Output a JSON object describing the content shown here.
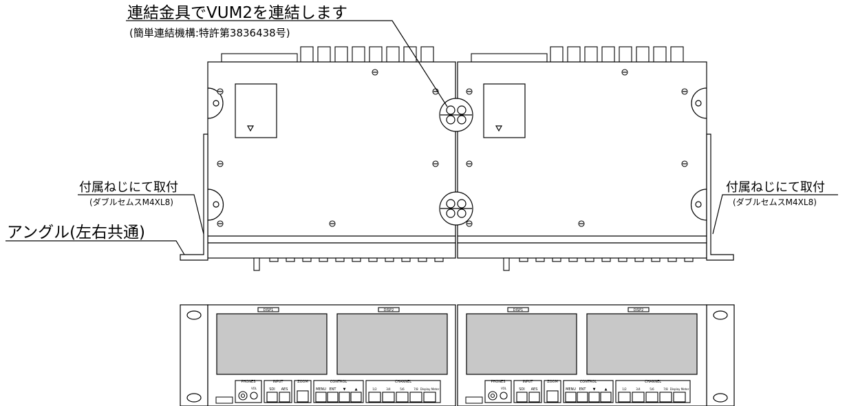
{
  "annotations": {
    "main_label": "連結金具でVUM2を連結します",
    "main_sub": "(簡単連結機構:特許第3836438号)",
    "left_screw_label": "付属ねじにて取付",
    "left_screw_sub": "(ダブルセムスM4XL8)",
    "right_screw_label": "付属ねじにて取付",
    "right_screw_sub": "(ダブルセムスM4XL8)",
    "angle_label": "アングル(左右共通)"
  },
  "panel": {
    "display_labels": [
      "DISP1",
      "DISP2"
    ],
    "groups": {
      "phones": "PHONES",
      "input": "INPUT",
      "zoom": "ZOOM",
      "control": "CONTROL",
      "channel": "CHANNEL"
    },
    "phones_knob": "VOL",
    "input_keys": [
      "SDI",
      "AES"
    ],
    "control_keys": [
      "MENU",
      "ENT",
      "▼",
      "▲"
    ],
    "channel_keys": [
      "1/2",
      "3/4",
      "5/6",
      "7/8",
      "Display Meter"
    ]
  },
  "colors": {
    "line": "#000000",
    "screen": "#c8c8c8",
    "background": "#ffffff"
  }
}
